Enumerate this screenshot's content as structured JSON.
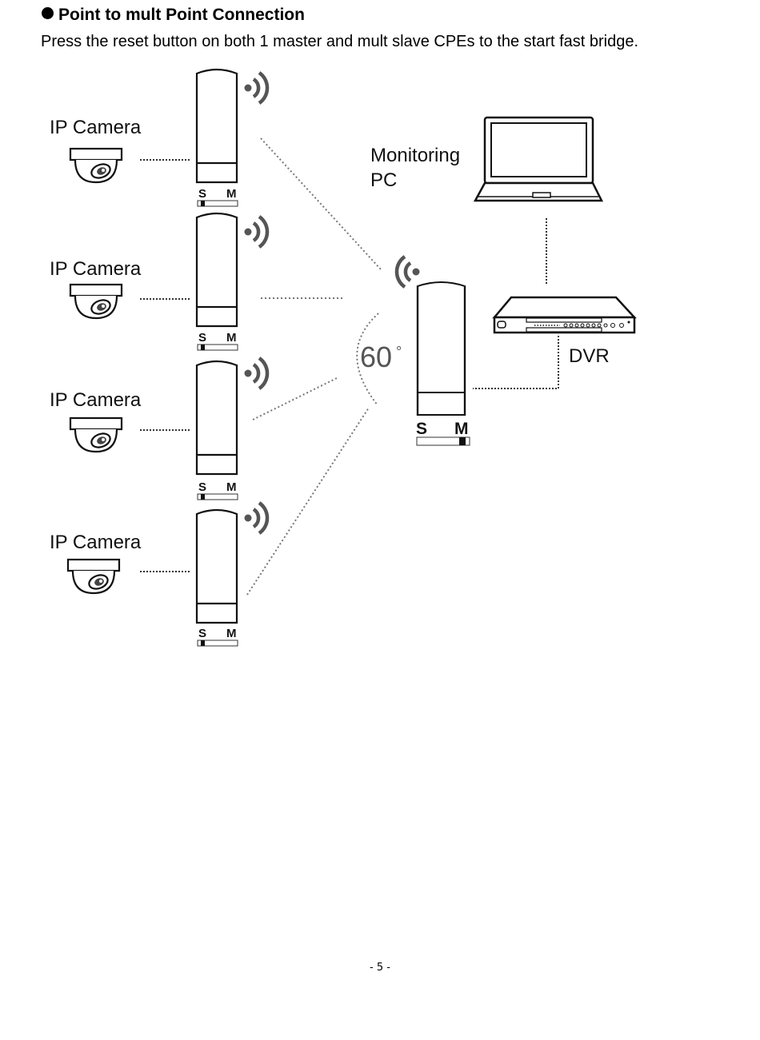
{
  "heading": "Point to mult Point Connection",
  "instruction": "Press the reset button on both 1 master and mult slave CPEs to the start fast bridge.",
  "diagram": {
    "camera_labels": [
      "IP Camera",
      "IP Camera",
      "IP Camera",
      "IP Camera"
    ],
    "switch_s": "S",
    "switch_m": "M",
    "monitoring_pc": [
      "Monitoring",
      "PC"
    ],
    "dvr": "DVR",
    "angle": "60",
    "degree": "°"
  },
  "page_number": "- 5 -"
}
